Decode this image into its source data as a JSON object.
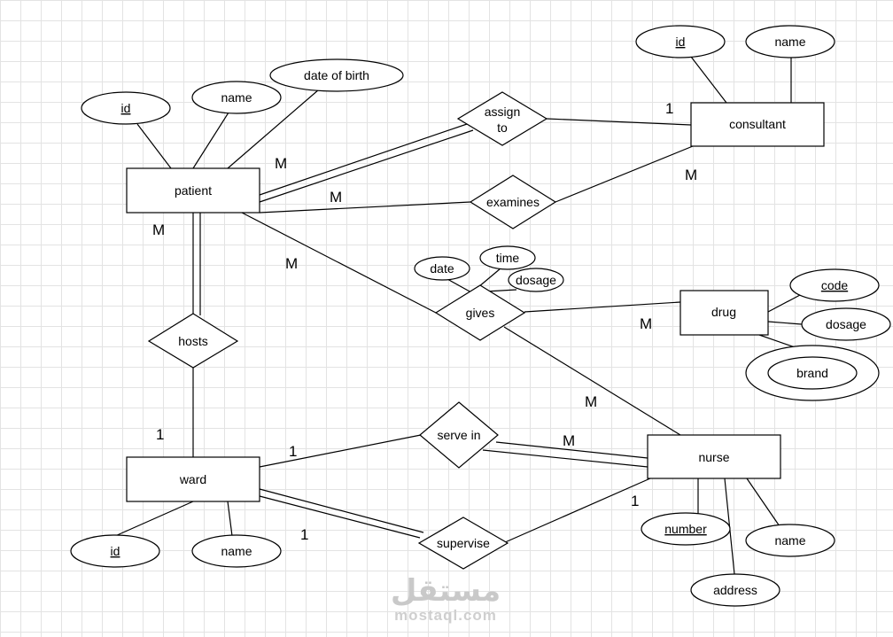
{
  "entities": {
    "patient": "patient",
    "consultant": "consultant",
    "drug": "drug",
    "ward": "ward",
    "nurse": "nurse"
  },
  "relationships": {
    "assign_to": [
      "assign",
      "to"
    ],
    "examines": "examines",
    "gives": "gives",
    "hosts": "hosts",
    "serve_in": "serve in",
    "supervise": "supervise"
  },
  "attributes": {
    "patient": {
      "id": "id",
      "name": "name",
      "dob": "date of birth"
    },
    "consultant": {
      "id": "id",
      "name": "name"
    },
    "gives": {
      "date": "date",
      "time": "time",
      "dosage": "dosage"
    },
    "drug": {
      "code": "code",
      "dosage": "dosage",
      "brand": "brand"
    },
    "ward": {
      "id": "id",
      "name": "name"
    },
    "nurse": {
      "number": "number",
      "name": "name",
      "address": "address"
    }
  },
  "cardinalities": {
    "patient_assign": "M",
    "consultant_assign": "1",
    "patient_examines": "M",
    "consultant_examines": "M",
    "patient_hosts": "M",
    "ward_hosts": "1",
    "patient_gives": "M",
    "drug_gives": "M",
    "nurse_gives": "M",
    "ward_serve": "1",
    "nurse_serve": "M",
    "ward_supervise": "1",
    "nurse_supervise": "1"
  },
  "watermark": {
    "arabic": "مستقل",
    "latin": "mostaql.com"
  }
}
